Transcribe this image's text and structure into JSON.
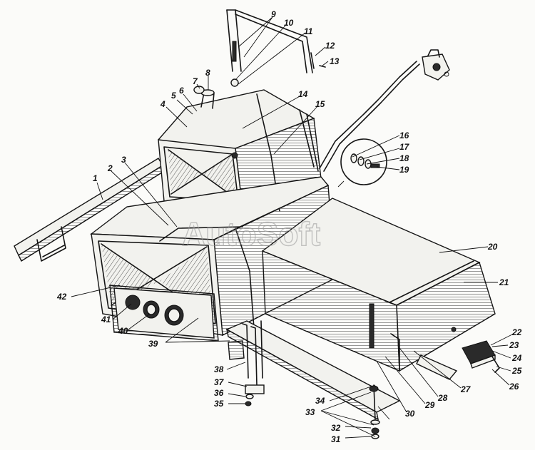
{
  "diagram": {
    "watermark": "AutoSoft",
    "callouts": [
      {
        "num": "1"
      },
      {
        "num": "2"
      },
      {
        "num": "3"
      },
      {
        "num": "4"
      },
      {
        "num": "5"
      },
      {
        "num": "6"
      },
      {
        "num": "7"
      },
      {
        "num": "8"
      },
      {
        "num": "9"
      },
      {
        "num": "10"
      },
      {
        "num": "11"
      },
      {
        "num": "12"
      },
      {
        "num": "13"
      },
      {
        "num": "14"
      },
      {
        "num": "15"
      },
      {
        "num": "16"
      },
      {
        "num": "17"
      },
      {
        "num": "18"
      },
      {
        "num": "19"
      },
      {
        "num": "20"
      },
      {
        "num": "21"
      },
      {
        "num": "22"
      },
      {
        "num": "23"
      },
      {
        "num": "24"
      },
      {
        "num": "25"
      },
      {
        "num": "26"
      },
      {
        "num": "27"
      },
      {
        "num": "28"
      },
      {
        "num": "29"
      },
      {
        "num": "30"
      },
      {
        "num": "31"
      },
      {
        "num": "32"
      },
      {
        "num": "33"
      },
      {
        "num": "34"
      },
      {
        "num": "35"
      },
      {
        "num": "36"
      },
      {
        "num": "37"
      },
      {
        "num": "38"
      },
      {
        "num": "39"
      },
      {
        "num": "40"
      },
      {
        "num": "41"
      },
      {
        "num": "42"
      }
    ]
  }
}
